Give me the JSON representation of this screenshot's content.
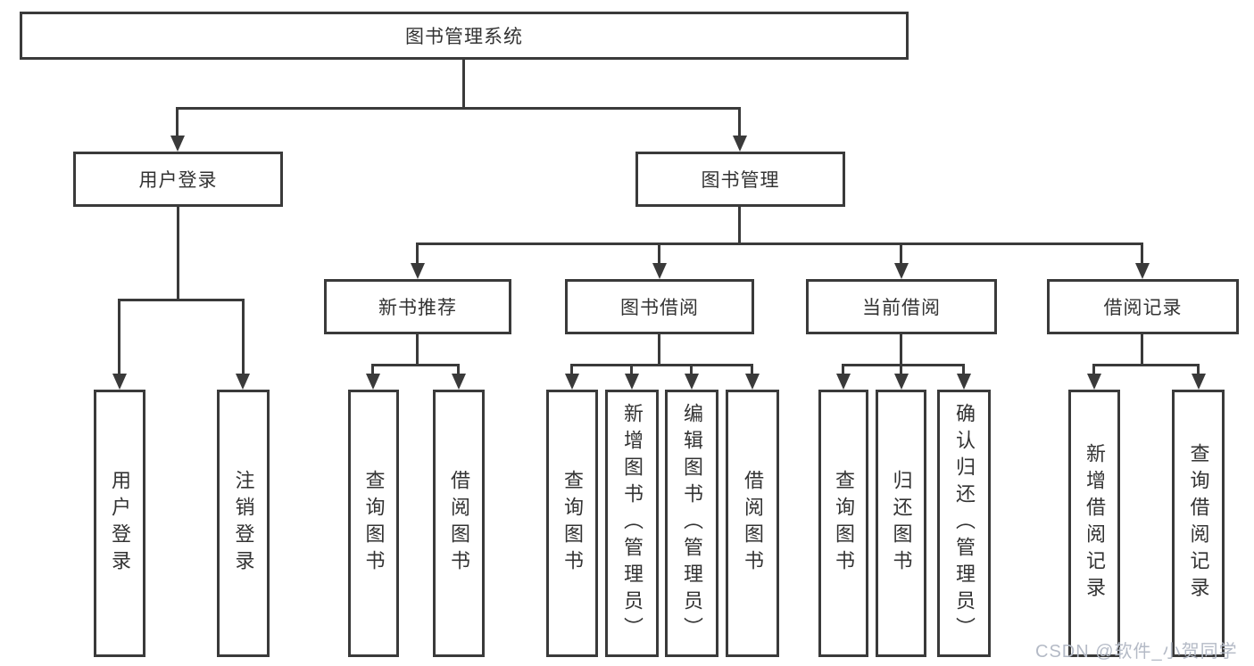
{
  "colors": {
    "line": "#3a3a3a",
    "text": "#333333",
    "background": "#ffffff",
    "watermark_text_color": "#b4bac6"
  },
  "watermark": "CSDN @软件_小贺同学",
  "tree": {
    "label": "图书管理系统",
    "children": [
      {
        "label": "用户登录",
        "children": [
          {
            "label": "用户登录"
          },
          {
            "label": "注销登录"
          }
        ]
      },
      {
        "label": "图书管理",
        "children": [
          {
            "label": "新书推荐",
            "children": [
              {
                "label": "查询图书"
              },
              {
                "label": "借阅图书"
              }
            ]
          },
          {
            "label": "图书借阅",
            "children": [
              {
                "label": "查询图书"
              },
              {
                "label": "新增图书（管理员）"
              },
              {
                "label": "编辑图书（管理员）"
              },
              {
                "label": "借阅图书"
              }
            ]
          },
          {
            "label": "当前借阅",
            "children": [
              {
                "label": "查询图书"
              },
              {
                "label": "归还图书"
              },
              {
                "label": "确认归还（管理员）"
              }
            ]
          },
          {
            "label": "借阅记录",
            "children": [
              {
                "label": "新增借阅记录"
              },
              {
                "label": "查询借阅记录"
              }
            ]
          }
        ]
      }
    ]
  }
}
